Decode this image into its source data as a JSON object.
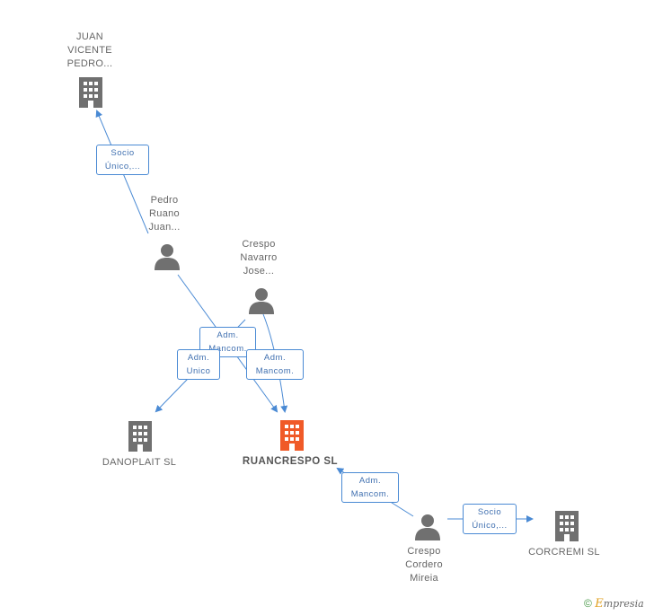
{
  "nodes": {
    "juan_vicente": {
      "label": "JUAN\nVICENTE\nPEDRO..."
    },
    "pedro_ruano": {
      "label": "Pedro\nRuano\nJuan..."
    },
    "crespo_navarro": {
      "label": "Crespo\nNavarro\nJose..."
    },
    "danoplait": {
      "label": "DANOPLAIT SL"
    },
    "ruancrespo": {
      "label": "RUANCRESPO SL"
    },
    "crespo_cordero": {
      "label": "Crespo\nCordero\nMireia"
    },
    "corcremi": {
      "label": "CORCREMI SL"
    }
  },
  "edges": {
    "socio_unico_1": "Socio\nÚnico,...",
    "adm_mancom_1": "Adm.\nMancom.",
    "adm_unico": "Adm.\nUnico",
    "adm_mancom_2": "Adm.\nMancom.",
    "adm_mancom_3": "Adm.\nMancom.",
    "socio_unico_2": "Socio\nÚnico,..."
  },
  "footer": {
    "copyright": "©",
    "brand_initial": "E",
    "brand_rest": "mpresia"
  },
  "colors": {
    "edge": "#4a8ad4",
    "company": "#707070",
    "main_company": "#f05a28",
    "person": "#707070"
  },
  "icons": {
    "company": "building-icon",
    "person": "person-icon"
  }
}
